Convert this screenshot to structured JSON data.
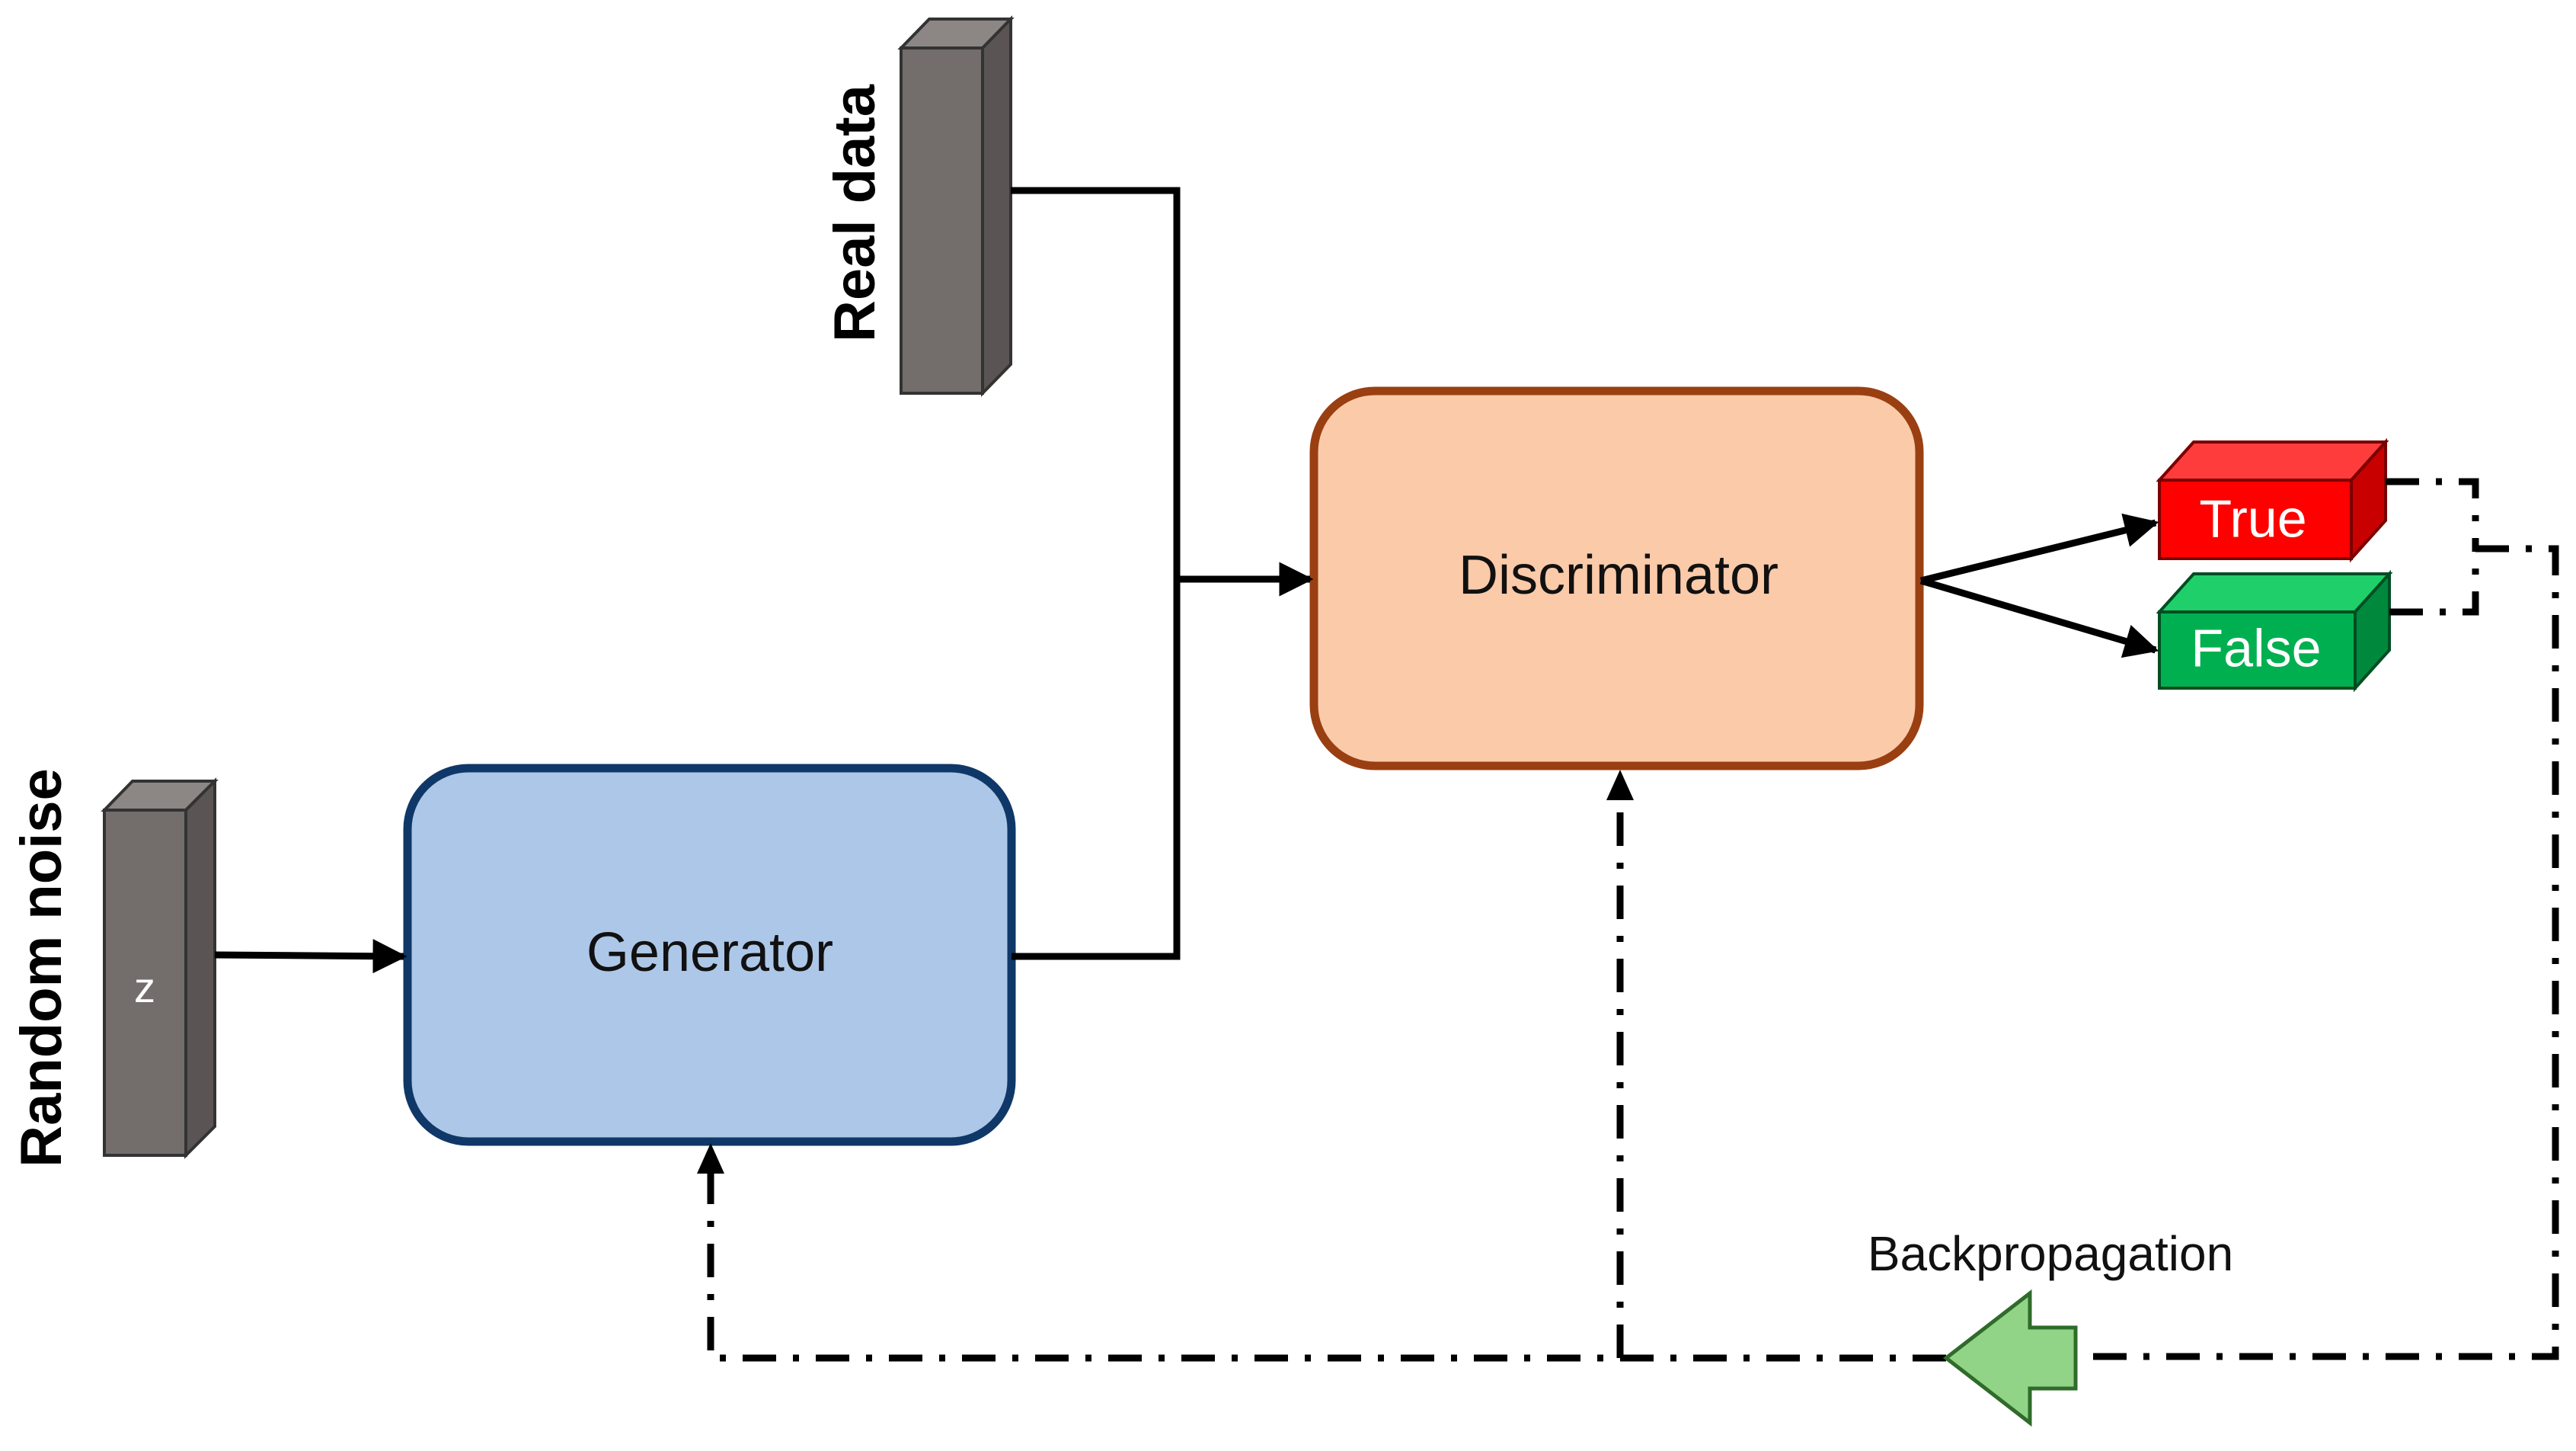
{
  "labels": {
    "real_data": "Real data",
    "random_noise": "Random noise",
    "z": "z",
    "generator": "Generator",
    "discriminator": "Discriminator",
    "true_out": "True",
    "false_out": "False",
    "backprop": "Backpropagation"
  },
  "colors": {
    "generator_fill": "#adc7e8",
    "generator_border": "#0f3868",
    "discriminator_fill": "#fbcaa9",
    "discriminator_border": "#9a3f12",
    "true_fill": "#ff0000",
    "false_fill": "#00b050",
    "bar_fill": "#736d6b",
    "backprop_arrow": "#92d487"
  }
}
